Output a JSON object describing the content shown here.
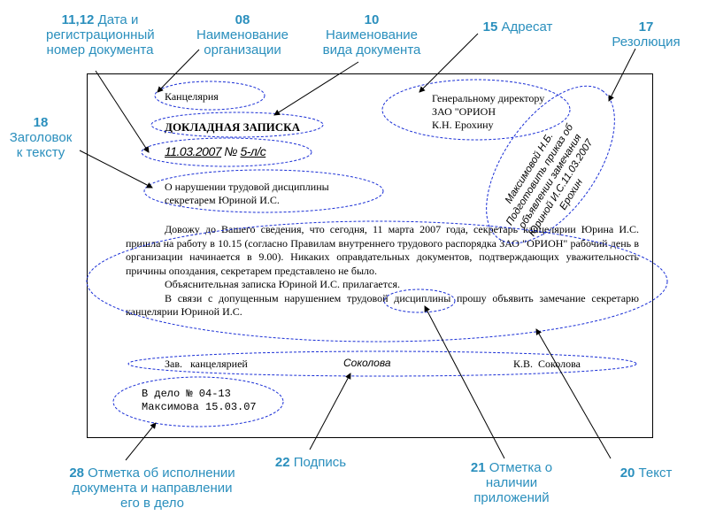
{
  "labels": {
    "date_reg": {
      "num": "11,12",
      "text": "Дата и регистрационный номер документа"
    },
    "org_name": {
      "num": "08",
      "text": "Наименование организации"
    },
    "doc_type": {
      "num": "10",
      "text": "Наименование вида документа"
    },
    "addressee": {
      "num": "15",
      "text": "Адресат"
    },
    "resolution": {
      "num": "17",
      "text": "Резолюция"
    },
    "heading": {
      "num": "18",
      "text": "Заголовок к тексту"
    },
    "execution_mark": {
      "num": "28",
      "text": "Отметка об исполнении документа и направлении его в дело"
    },
    "signature": {
      "num": "22",
      "text": "Подпись"
    },
    "attachment_mark": {
      "num": "21",
      "text": "Отметка о наличии приложений"
    },
    "text": {
      "num": "20",
      "text": "Текст"
    }
  },
  "document": {
    "org": "Канцелярия",
    "doc_type": "ДОКЛАДНАЯ ЗАПИСКА",
    "date": "11.03.2007",
    "number_sign": "№",
    "reg_no": "5-л/с",
    "addressee": [
      "Генеральному директору",
      "ЗАО \"ОРИОН",
      "К.Н. Ерохину"
    ],
    "heading": [
      "О нарушении трудовой дисциплины",
      "секретарем Юриной И.С."
    ],
    "resolution": [
      "Максимовой Н.Б.",
      "Подготовить приказ об",
      "объявлении замечания",
      "Юриной И.С.11.03.2007",
      "Ерохин"
    ],
    "paragraphs": [
      "Довожу до Вашего сведения, что сегодня, 11 марта 2007 года, секретарь канцелярии Юрина И.С. пришла на работу в 10.15 (согласно Правилам внутреннего трудового распорядка ЗАО \"ОРИОН\" рабочий день в организации начинается в 9.00). Никаких оправдательных документов, подтверждающих уважительность причины опоздания, секретарем представлено не было.",
      "Объяснительная записка Юриной И.С. прилагается.",
      "В связи с допущенным нарушением трудовой дисциплины прошу объявить замечание секретарю канцелярии Юриной И.С."
    ],
    "sign_position": "Зав.   канцелярией",
    "sign_signature": "Соколова",
    "sign_name": "К.В.  Соколова",
    "exec_mark": [
      "В дело № 04-13",
      "Максимова 15.03.07"
    ]
  },
  "colors": {
    "label": "#2a8fbd",
    "ellipse": "#1a2fd6",
    "border": "#000000"
  }
}
